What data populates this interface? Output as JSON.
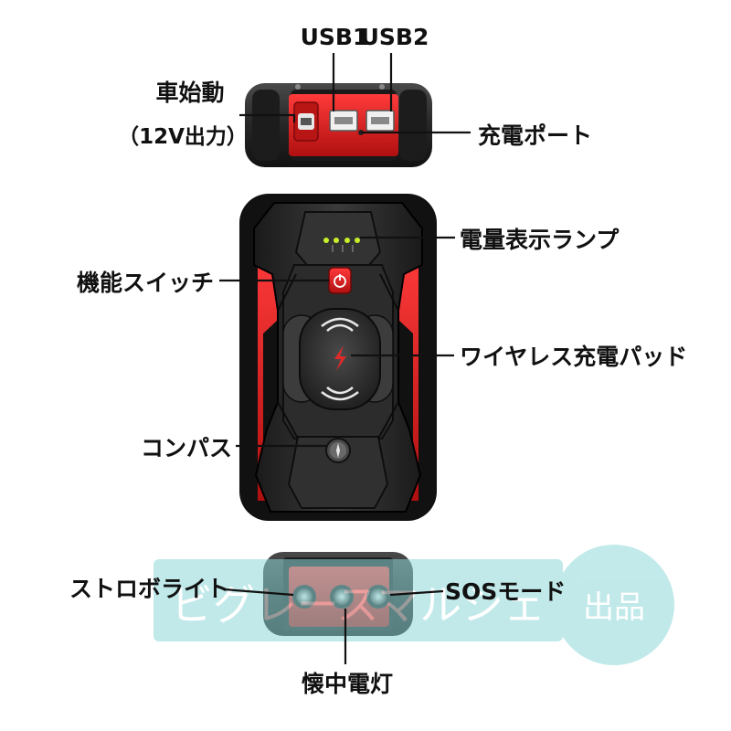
{
  "labels": {
    "usb1": "USB1",
    "usb2": "USB2",
    "jump_start": "車始動",
    "jump_start_sub": "（12V出力）",
    "charge_port": "充電ポート",
    "power_indicator": "電量表示ランプ",
    "function_switch": "機能スイッチ",
    "wireless_pad": "ワイヤレス充電パッド",
    "compass": "コンパス",
    "strobe_light": "ストロボライト",
    "sos_mode": "SOSモード",
    "flashlight": "懐中電灯"
  },
  "watermark": {
    "text": "ビグレースマルシェ",
    "badge": "出品"
  },
  "colors": {
    "body_red": "#d81f1f",
    "body_black": "#2a2a2a",
    "led_green": "#c8f02a",
    "watermark_tint": "#8fd8d8"
  }
}
